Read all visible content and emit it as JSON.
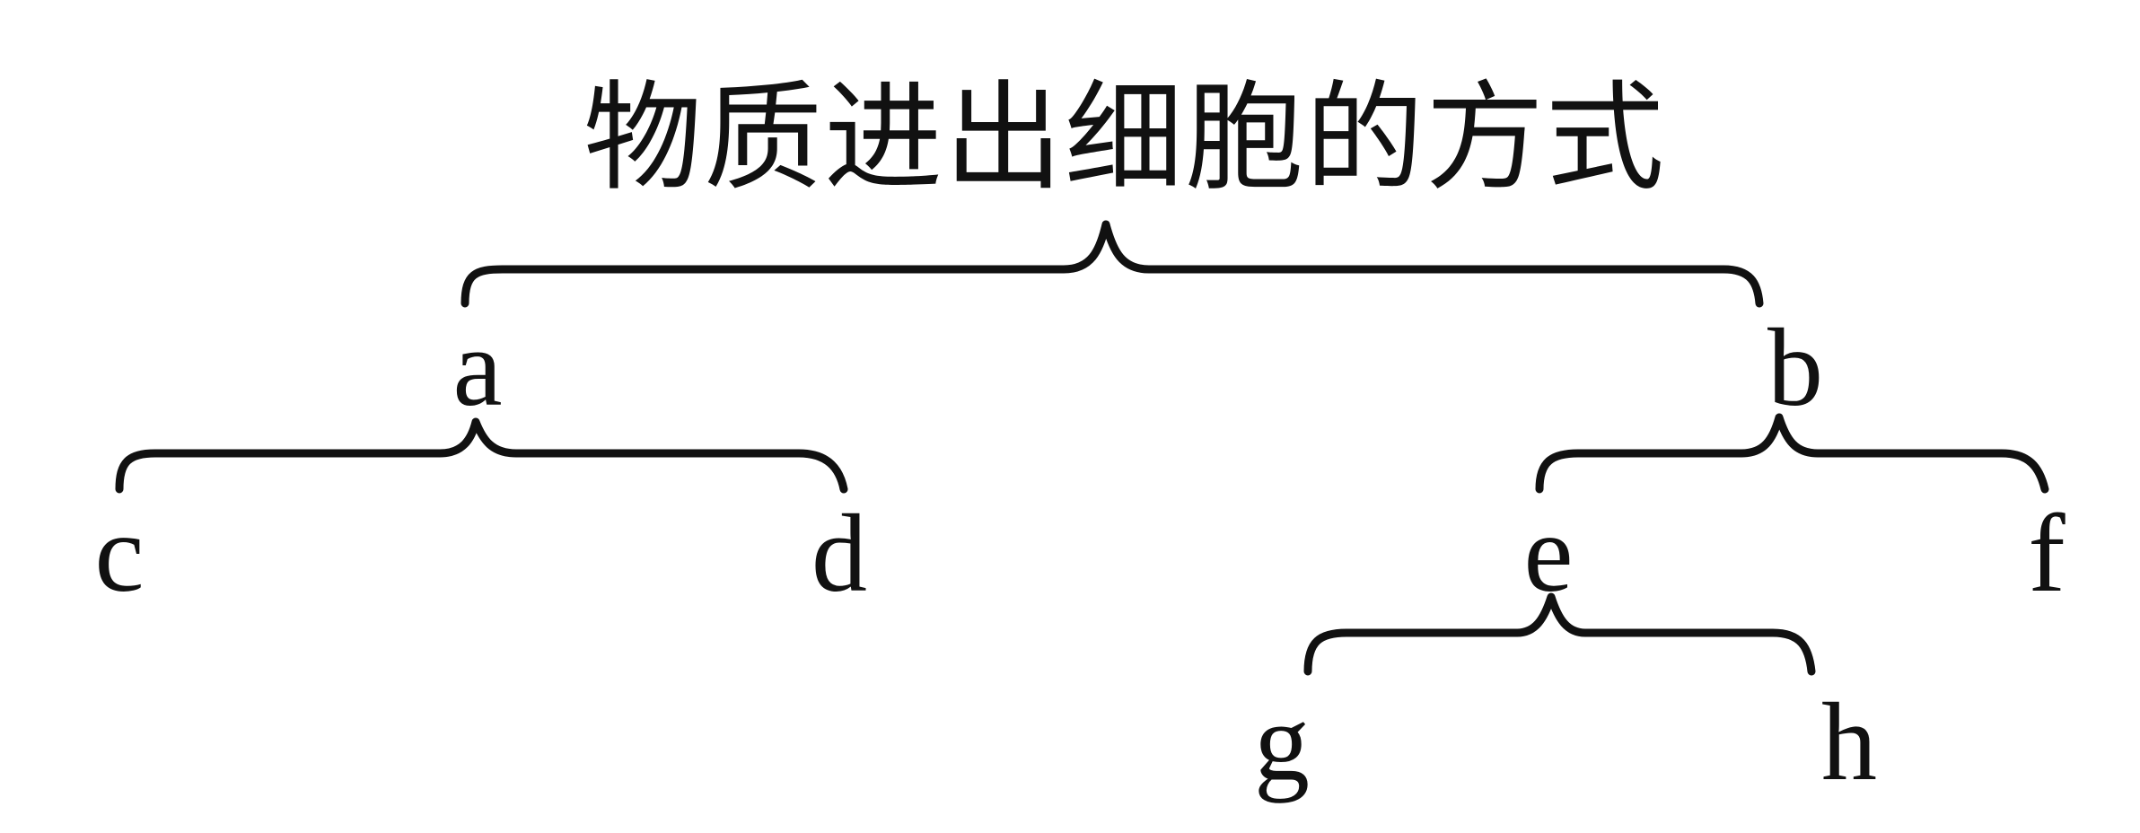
{
  "title": "物质进出细胞的方式",
  "nodes": {
    "a": "a",
    "b": "b",
    "c": "c",
    "d": "d",
    "e": "e",
    "f": "f",
    "g": "g",
    "h": "h"
  },
  "tree": {
    "root": [
      "a",
      "b"
    ],
    "a": [
      "c",
      "d"
    ],
    "b": [
      "e",
      "f"
    ],
    "e": [
      "g",
      "h"
    ]
  }
}
